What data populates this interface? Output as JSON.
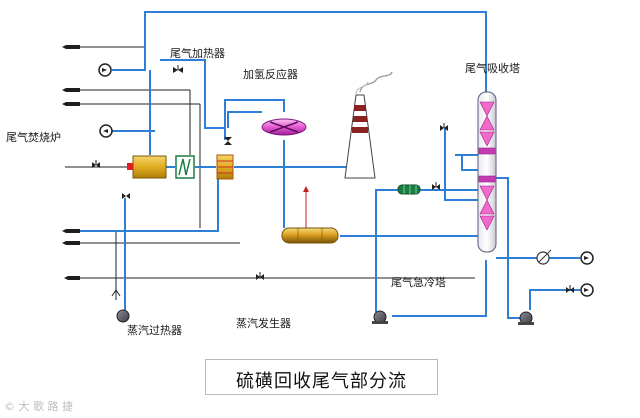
{
  "labels": {
    "tail_gas_heater": "尾气加热器",
    "hydrogenation_reactor": "加氢反应器",
    "tail_gas_absorber": "尾气吸收塔",
    "tail_gas_incinerator": "尾气焚烧炉",
    "tail_gas_quench_tower": "尾气急冷塔",
    "steam_superheater": "蒸汽过热器",
    "steam_generator": "蒸汽发生器"
  },
  "title": "硫磺回收尾气部分流",
  "watermark": "© 大 歌 路 捷",
  "colors": {
    "pipe": "#2f7fd6",
    "black_line": "#222222",
    "heater_yellow": "#e1ac22",
    "reactor_magenta": "#e040d0",
    "absorber_pink": "#f06ac8",
    "quench_green": "#1a7d42",
    "stack_red": "#8a2222",
    "arrow_dark": "#1e1e1e"
  }
}
